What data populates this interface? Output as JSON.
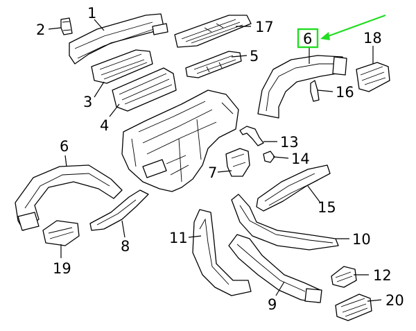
{
  "diagram": {
    "labels": {
      "p1": "1",
      "p2": "2",
      "p3": "3",
      "p4": "4",
      "p5": "5",
      "p6a": "6",
      "p6b": "6",
      "p7": "7",
      "p8": "8",
      "p9": "9",
      "p10": "10",
      "p11": "11",
      "p12": "12",
      "p13": "13",
      "p14": "14",
      "p15": "15",
      "p16": "16",
      "p17": "17",
      "p18": "18",
      "p19": "19",
      "p20": "20"
    },
    "highlight_color": "#22dd22",
    "highlighted_label": "6"
  }
}
